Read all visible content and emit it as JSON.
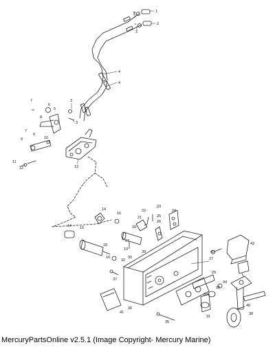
{
  "caption": "MercuryPartsOnline v2.5.1 (Image Copyright- Mercury Marine)",
  "diagram": {
    "part_numbers": {
      "p1": "1",
      "p2": "2",
      "p3a": "3",
      "p3b": "3",
      "p3c": "3",
      "p3d": "3",
      "p4a": "4",
      "p4b": "4",
      "p5": "5",
      "p6a": "6",
      "p6b": "6",
      "p7a": "7",
      "p7b": "7",
      "p8": "8",
      "p9": "9",
      "p10": "10",
      "p11": "11",
      "p12": "12",
      "p13": "13",
      "p14a": "14",
      "p14b": "14",
      "p15": "15",
      "p16a": "16",
      "p16b": "16",
      "p17": "17",
      "p18": "18",
      "p19": "19",
      "p20": "20",
      "p21": "21",
      "p22": "22",
      "p23": "23",
      "p24": "24",
      "p25": "25",
      "p26": "26",
      "p27": "27",
      "p28": "28",
      "p29": "29",
      "p30": "30",
      "p31": "31",
      "p32": "32",
      "p33": "33",
      "p34": "34",
      "p35": "35",
      "p36": "36",
      "p37": "37",
      "p38": "38",
      "p39": "39",
      "p40": "40",
      "p41": "41",
      "p42": "42",
      "p43": "43"
    }
  }
}
